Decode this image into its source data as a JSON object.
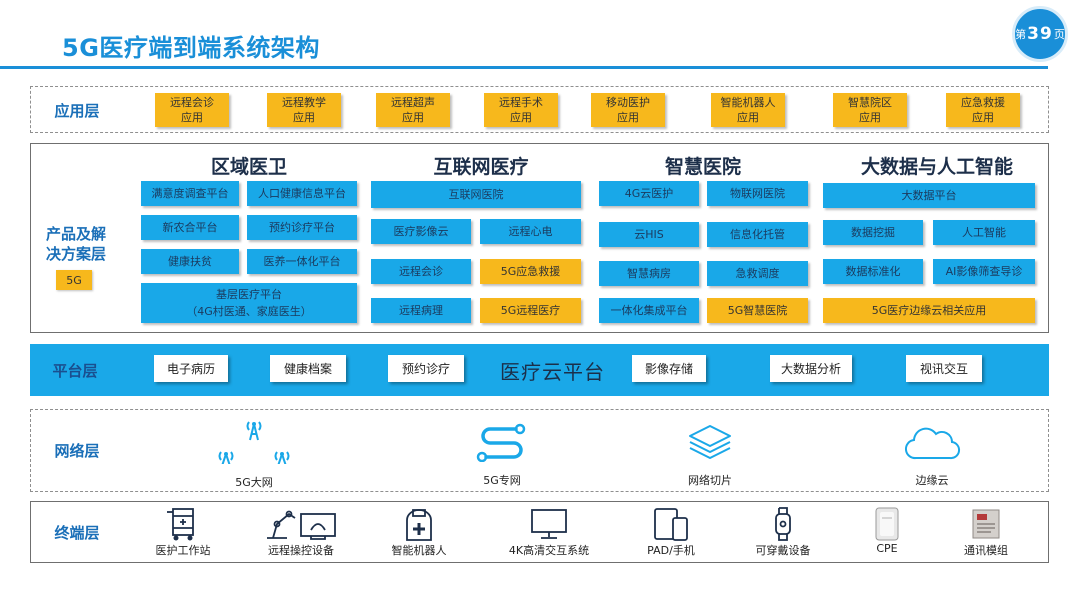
{
  "header": {
    "title": "5G医疗端到端系统架构",
    "page_prefix": "第",
    "page_number": "39",
    "page_suffix": "页"
  },
  "application_layer": {
    "label": "应用层",
    "items": [
      "远程会诊\n应用",
      "远程教学\n应用",
      "远程超声\n应用",
      "远程手术\n应用",
      "移动医护\n应用",
      "智能机器人\n应用",
      "智慧院区\n应用",
      "应急救援\n应用"
    ]
  },
  "product_layer": {
    "label": "产品及解\n决方案层",
    "tag": "5G",
    "categories": [
      "区域医卫",
      "互联网医疗",
      "智慧医院",
      "大数据与人工智能"
    ],
    "regional": [
      "满意度调查平台",
      "人口健康信息平台",
      "新农合平台",
      "预约诊疗平台",
      "健康扶贫",
      "医养一体化平台",
      "基层医疗平台\n（4G村医通、家庭医生）"
    ],
    "internet": [
      "互联网医院",
      "医疗影像云",
      "远程心电",
      "远程会诊",
      "5G应急救援",
      "远程病理",
      "5G远程医疗"
    ],
    "hospital": [
      "4G云医护",
      "物联网医院",
      "云HIS",
      "信息化托管",
      "智慧病房",
      "急救调度",
      "一体化集成平台",
      "5G智慧医院"
    ],
    "bigdata": [
      "大数据平台",
      "数据挖掘",
      "人工智能",
      "数据标准化",
      "AI影像筛查导诊",
      "5G医疗边缘云相关应用"
    ]
  },
  "platform_layer": {
    "label": "平台层",
    "center": "医疗云平台",
    "items": [
      "电子病历",
      "健康档案",
      "预约诊疗",
      "影像存储",
      "大数据分析",
      "视讯交互"
    ]
  },
  "network_layer": {
    "label": "网络层",
    "items": [
      {
        "icon": "antenna-icon",
        "label": "5G大网"
      },
      {
        "icon": "private-network-icon",
        "label": "5G专网"
      },
      {
        "icon": "layers-icon",
        "label": "网络切片"
      },
      {
        "icon": "cloud-icon",
        "label": "边缘云"
      }
    ]
  },
  "terminal_layer": {
    "label": "终端层",
    "items": [
      {
        "icon": "medical-cart-icon",
        "label": "医护工作站"
      },
      {
        "icon": "robot-arm-icon",
        "label": "远程操控设备"
      },
      {
        "icon": "medical-robot-icon",
        "label": "智能机器人"
      },
      {
        "icon": "monitor-icon",
        "label": "4K高清交互系统"
      },
      {
        "icon": "tablet-phone-icon",
        "label": "PAD/手机"
      },
      {
        "icon": "wearable-icon",
        "label": "可穿戴设备"
      },
      {
        "icon": "cpe-device-icon",
        "label": "CPE"
      },
      {
        "icon": "comm-module-icon",
        "label": "通讯模组"
      }
    ]
  },
  "colors": {
    "accent_blue": "#1a8fd8",
    "box_blue": "#19a8e8",
    "box_gold": "#f7b81c",
    "label_blue": "#1a6fb8"
  }
}
